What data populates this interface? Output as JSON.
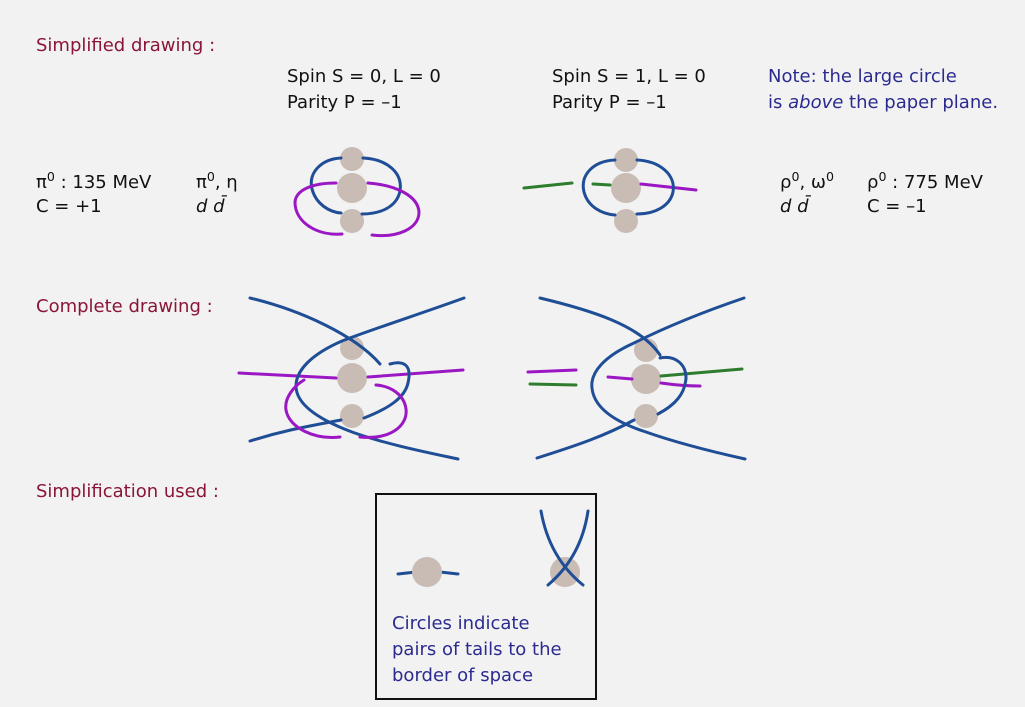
{
  "sections": {
    "simplified": "Simplified drawing :",
    "complete": "Complete drawing :",
    "simplification": "Simplification used :"
  },
  "left_state": {
    "spin": "Spin   S = 0, L = 0",
    "parity": "Parity P = –1",
    "particle_label": "π",
    "particle_sup": "0",
    "particle_mass": " : 135 MeV",
    "c_value": "C = +1",
    "symbol_a": "π",
    "symbol_a_sup": "0",
    "symbol_b": ", η",
    "quarks": "d d̄"
  },
  "right_state": {
    "spin": "Spin   S = 1, L = 0",
    "parity": "Parity P = –1",
    "symbol_a": "ρ",
    "symbol_a_sup": "0",
    "symbol_b": ", ω",
    "symbol_b_sup": "0",
    "quarks": "d d̄",
    "particle_label": "ρ",
    "particle_sup": "0",
    "particle_mass": " : 775 MeV",
    "c_value": "C = –1"
  },
  "note": {
    "line1": "Note: the large circle",
    "line2_pre": "is ",
    "line2_em": "above",
    "line2_post": " the paper plane."
  },
  "legend_box": {
    "lines": [
      "Circles indicate",
      "pairs of tails to the",
      "border of space"
    ]
  },
  "colors": {
    "blue": "#1f4e96",
    "purple": "#9b17c4",
    "green": "#2e7d2e",
    "circle": "#c8bcb5",
    "section_text": "#8a1538",
    "note_text": "#2b2b8f"
  }
}
